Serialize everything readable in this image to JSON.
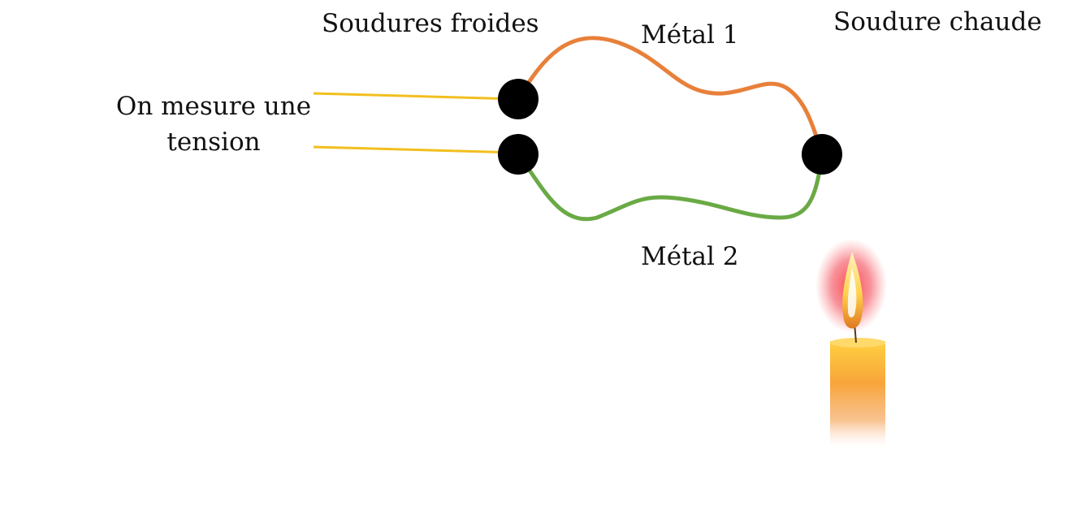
{
  "labels": {
    "cold_junctions": "Soudures froides",
    "metal1": "Métal 1",
    "hot_junction": "Soudure chaude",
    "metal2": "Métal 2",
    "measure_line1": "On mesure une",
    "measure_line2": "tension"
  },
  "colors": {
    "metal1_wire": "#e8803a",
    "metal2_wire": "#6aaa45",
    "lead_wires": "#f2bf1e",
    "junction": "#000000",
    "candle_body": "#f5a623",
    "flame_glow": "#e63a3a"
  },
  "icons": {
    "junction": "junction-dot",
    "heat_source": "candle-icon"
  }
}
